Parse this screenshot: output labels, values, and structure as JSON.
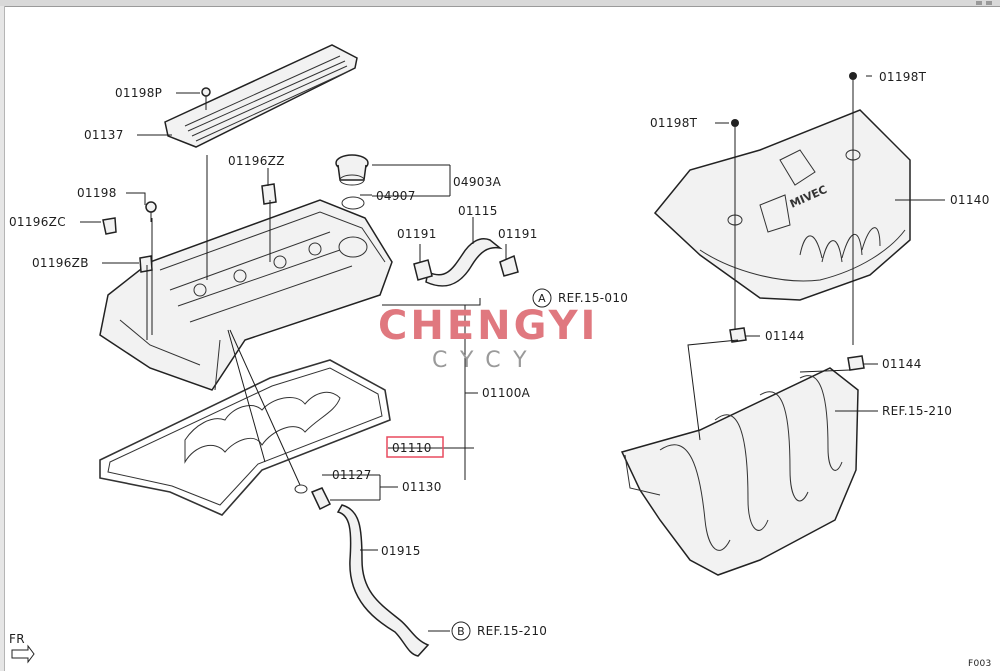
{
  "labels": {
    "p01198P": "01198P",
    "p01137": "01137",
    "p01196ZZ": "01196ZZ",
    "p01198": "01198",
    "p01196ZC": "01196ZC",
    "p01196ZB": "01196ZB",
    "p04903A": "04903A",
    "p04907": "04907",
    "p01115": "01115",
    "p01191a": "01191",
    "p01191b": "01191",
    "refA_letter": "A",
    "refA": "REF.15-010",
    "p01100A": "01100A",
    "p01110": "01110",
    "p01127": "01127",
    "p01130": "01130",
    "p01915": "01915",
    "refB_letter": "B",
    "refB": "REF.15-210",
    "fr": "FR",
    "p01198T_top": "01198T",
    "p01198T_left": "01198T",
    "p01140": "01140",
    "p01144a": "01144",
    "p01144b": "01144",
    "ref15210": "REF.15-210",
    "figure_code": "F003",
    "cover_badge": "MIVEC"
  },
  "watermark": {
    "brand": "CHENGYI",
    "sub": "CYCY"
  },
  "colors": {
    "highlight": "#e84a5f",
    "watermark": "#e0787f"
  }
}
